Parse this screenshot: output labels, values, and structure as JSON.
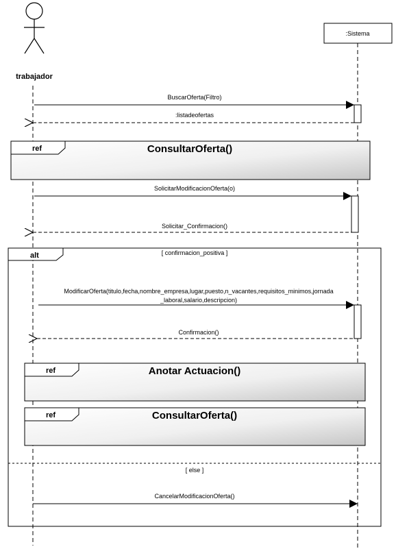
{
  "actor": {
    "name": "trabajador"
  },
  "object": {
    "name": ":Sistema"
  },
  "messages": {
    "m1": "BuscarOferta(Filtro)",
    "m2": ":listadeofertas",
    "m3": "SolicitarModificacionOferta(o)",
    "m4": "Solicitar_Confirmacion()",
    "m5_line1": "ModificarOferta(titulo,fecha,nombre_empresa,lugar,puesto,n_vacantes,requisitos_minimos,jornada",
    "m5_line2": "_laboral,salario,descripcion)",
    "m6": "Confirmacion()",
    "m7": "CancelarModificacionOferta()"
  },
  "refs": {
    "ref1": {
      "tag": "ref",
      "title": "ConsultarOferta()"
    },
    "ref2": {
      "tag": "ref",
      "title": "Anotar Actuacion()"
    },
    "ref3": {
      "tag": "ref",
      "title": "ConsultarOferta()"
    }
  },
  "alt": {
    "tag": "alt",
    "guard1": "[ confirmacion_positiva ]",
    "guard2": "[ else ]"
  },
  "colors": {
    "line": "#000000",
    "frame_gradient_start": "#ffffff",
    "frame_gradient_end": "#c8c8c8"
  }
}
